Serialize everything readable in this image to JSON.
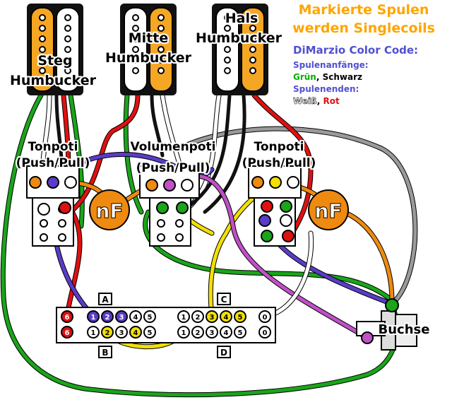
{
  "title": {
    "line1": "Markierte Spulen",
    "line2": "werden Singlecoils"
  },
  "legend": {
    "heading": "DiMarzio Color Code:",
    "starts_label": "Spulenanfänge:",
    "green_word": "Grün",
    "black_word": "Schwarz",
    "ends_label": "Spulenenden:",
    "white_word": "Weiß",
    "red_word": "Rot",
    "comma": ","
  },
  "pickups": {
    "steg": [
      "Steg",
      "Humbucker"
    ],
    "mitte": [
      "Mitte",
      "Humbucker"
    ],
    "hals": [
      "Hals",
      "Humbucker"
    ]
  },
  "pots": {
    "tone_left": [
      "Tonpoti",
      "(Push/Pull)"
    ],
    "volume": [
      "Volumenpoti",
      "(Push/Pull)"
    ],
    "tone_right": [
      "Tonpoti",
      "(Push/Pull)"
    ]
  },
  "capacitor_label": "nF",
  "jack_label": "Buchse",
  "switch": {
    "section_labels": [
      "A",
      "B",
      "C",
      "D"
    ],
    "top_row": [
      "6",
      "1",
      "2",
      "3",
      "4",
      "5",
      "",
      "1",
      "2",
      "3",
      "4",
      "5",
      "0"
    ],
    "bottom_row": [
      "6",
      "1",
      "2",
      "3",
      "4",
      "5",
      "",
      "1",
      "2",
      "3",
      "4",
      "5",
      "0"
    ]
  },
  "colors": {
    "orange_text": "#ffa500",
    "blue_text": "#5050d0",
    "green_text": "#00b000",
    "coil_active": "#f5a623",
    "wire_green": "#1aa51a",
    "wire_red": "#e01010",
    "wire_black": "#111111",
    "wire_white": "#ffffff",
    "wire_purple": "#5a3cc8",
    "wire_orange": "#ee8a10",
    "wire_yellow": "#f3e000",
    "wire_magenta": "#c050c8",
    "wire_gray": "#9a9a9a"
  }
}
